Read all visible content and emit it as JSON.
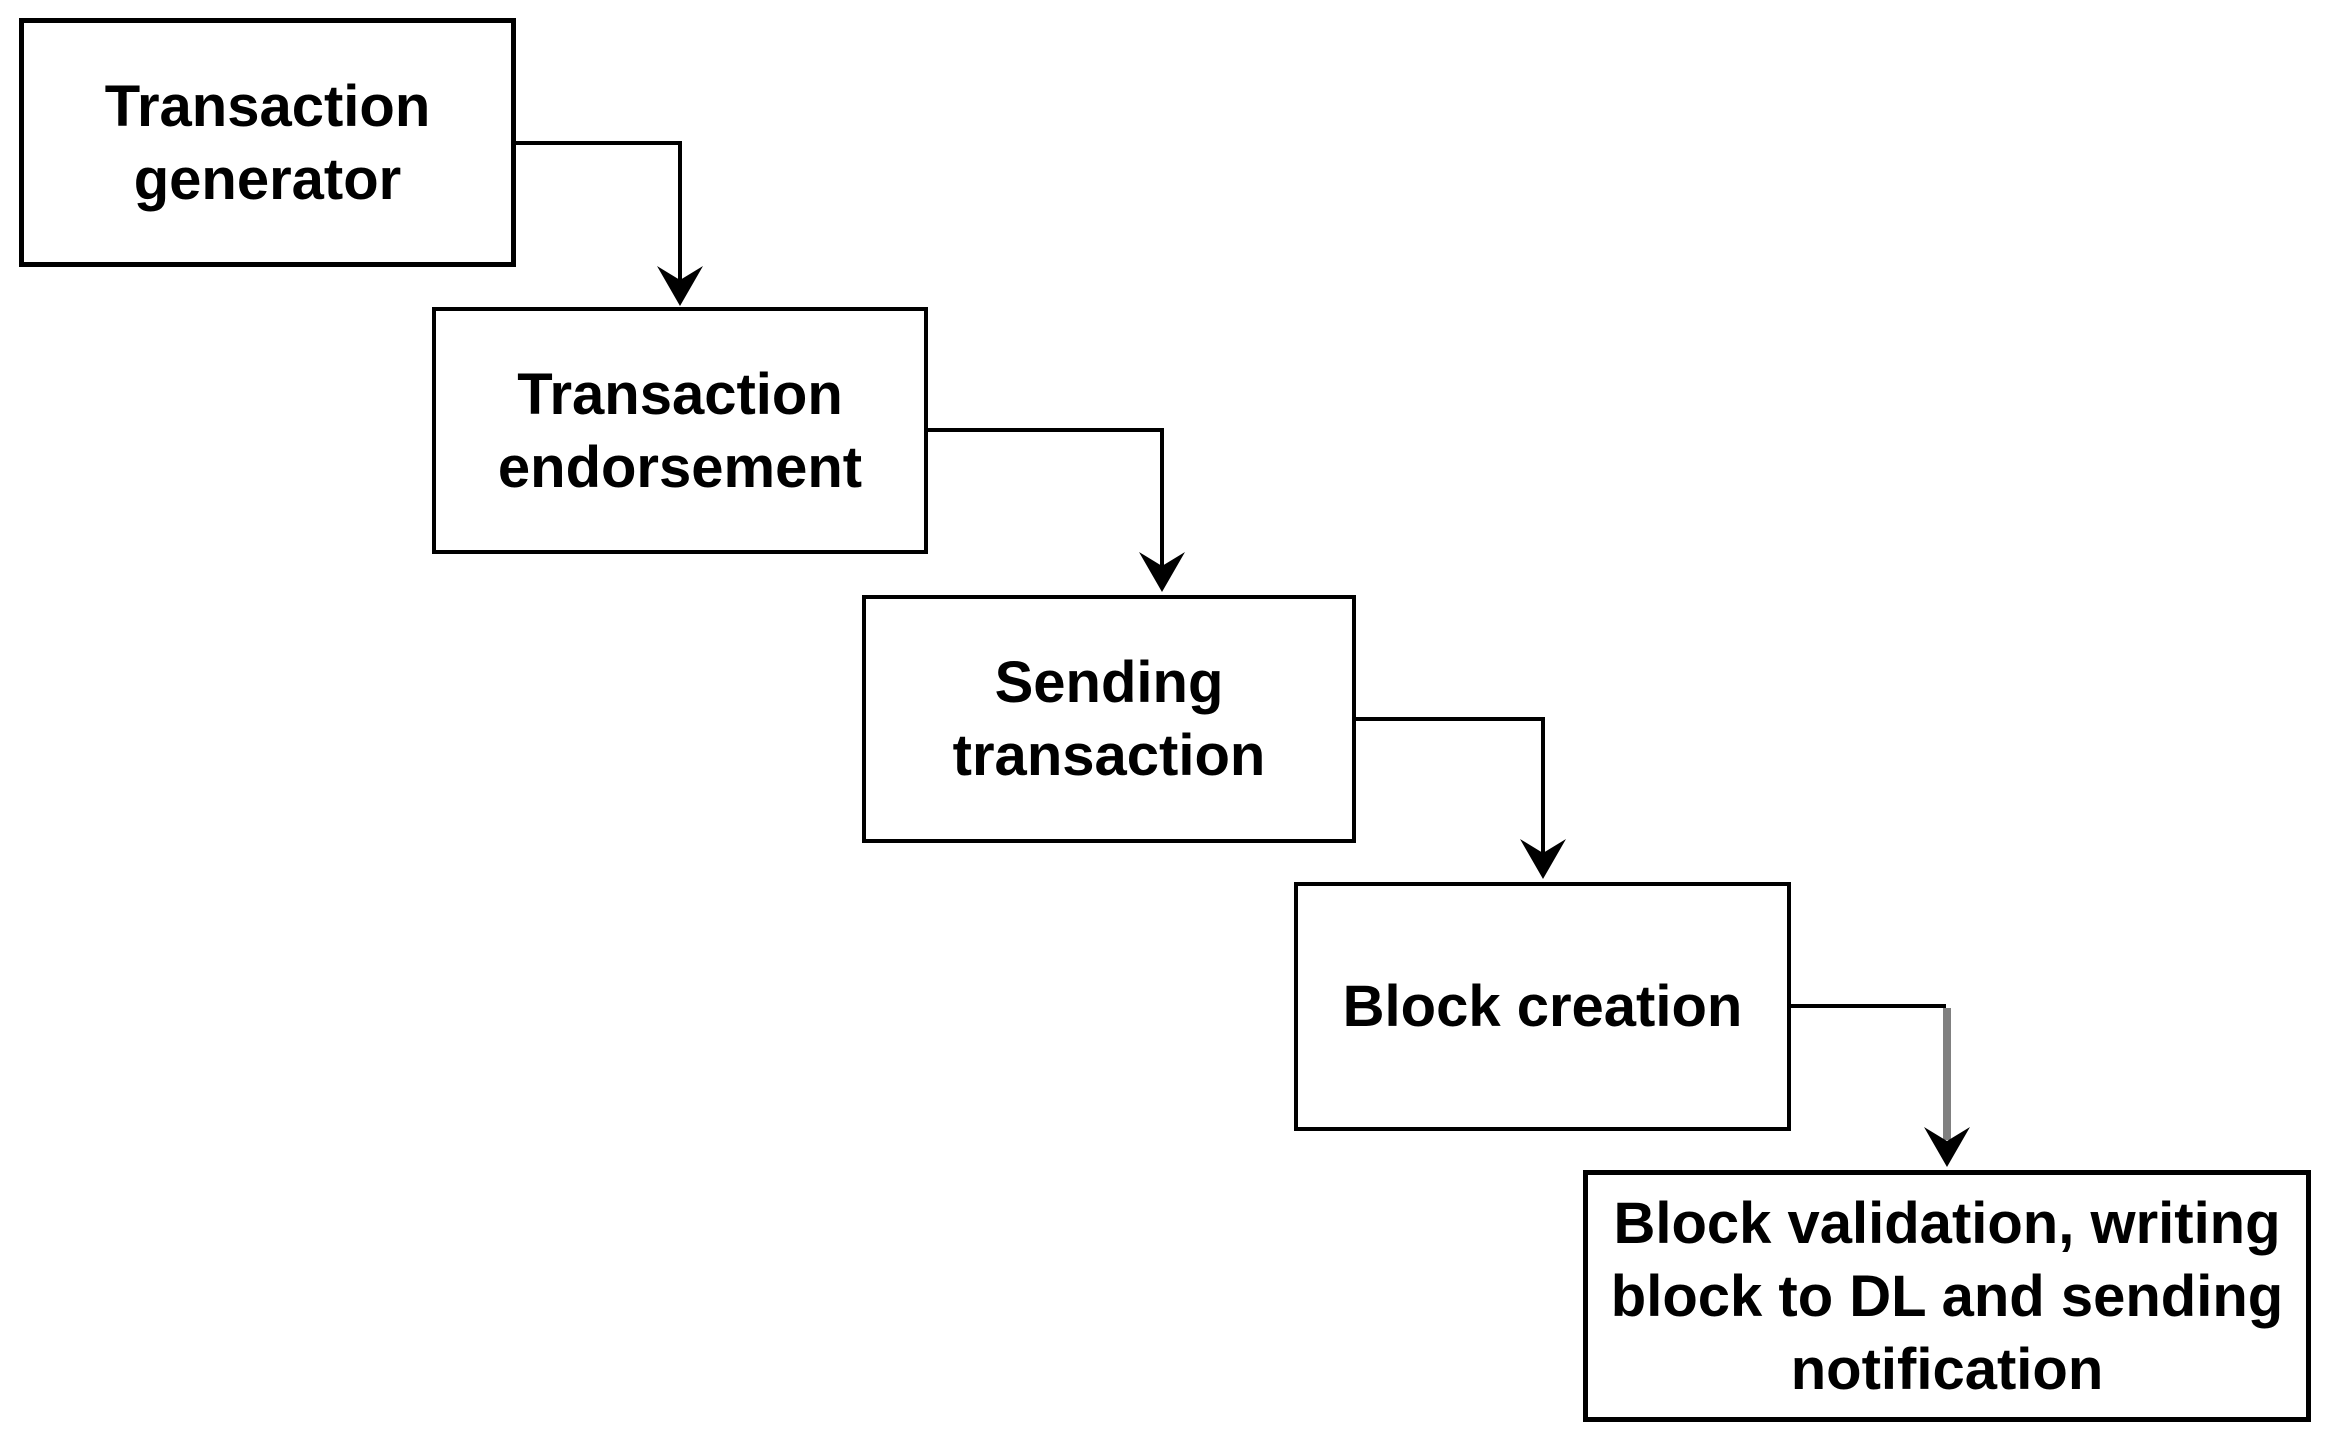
{
  "diagram": {
    "nodes": [
      {
        "id": "transaction-generator",
        "label": "Transaction generator"
      },
      {
        "id": "transaction-endorsement",
        "label": "Transaction endorsement"
      },
      {
        "id": "sending-transaction",
        "label": "Sending transaction"
      },
      {
        "id": "block-creation",
        "label": "Block creation"
      },
      {
        "id": "block-validation",
        "label": "Block validation, writing block to DL and sending notification"
      }
    ],
    "edges": [
      {
        "from": "transaction-generator",
        "to": "transaction-endorsement"
      },
      {
        "from": "transaction-endorsement",
        "to": "sending-transaction"
      },
      {
        "from": "sending-transaction",
        "to": "block-creation"
      },
      {
        "from": "block-creation",
        "to": "block-validation"
      }
    ],
    "colors": {
      "background": "#ffffff",
      "node_fill": "#ffffff",
      "node_border": "#000000",
      "text": "#000000",
      "connector": "#000000",
      "connector_vertical_gray": "#808080"
    }
  }
}
